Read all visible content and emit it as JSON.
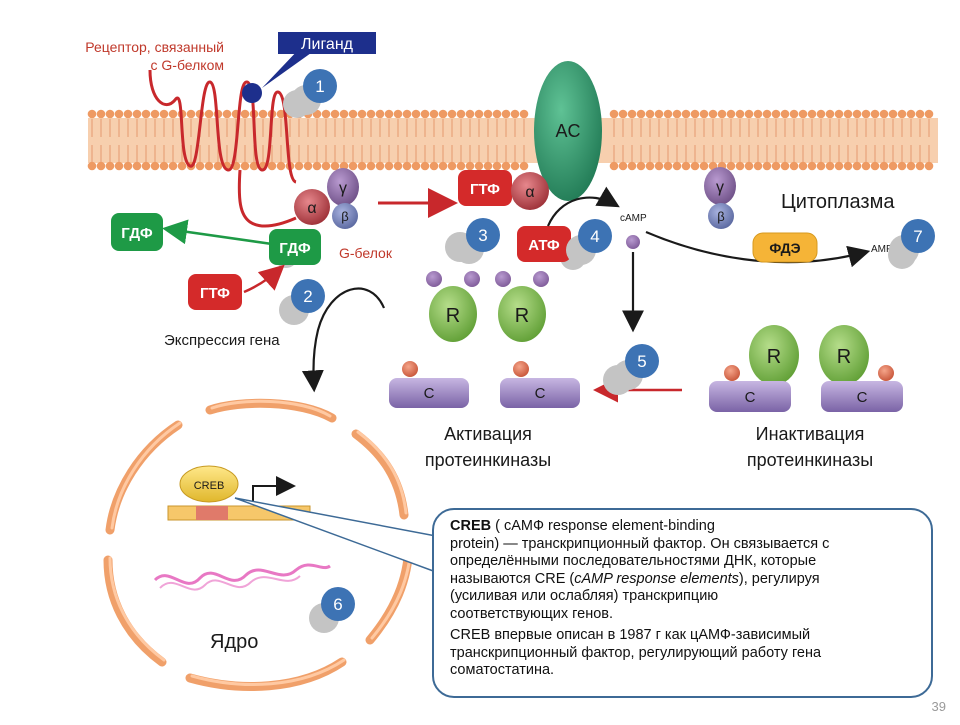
{
  "labels": {
    "receptor": "Рецептор, связанный",
    "receptor2": "с G-белком",
    "ligand": "Лиганд",
    "ac": "AC",
    "cytoplasm": "Цитоплазма",
    "g_protein": "G-белок",
    "gene_expression": "Экспрессия гена",
    "activation1": "Активация",
    "activation2": "протеинкиназы",
    "inactivation1": "Инактивация",
    "inactivation2": "протеинкиназы",
    "nucleus": "Ядро",
    "camp": "cAMP",
    "amp": "AMP",
    "creb": "CREB"
  },
  "pills": {
    "gdp_left": "ГДФ",
    "gdp": "ГДФ",
    "gtp": "ГТФ",
    "gtp_alpha": "ГТФ",
    "atp": "АТФ",
    "pde": "ФДЭ"
  },
  "subunits": {
    "alpha": "α",
    "beta": "β",
    "gamma": "γ",
    "r": "R",
    "c": "C"
  },
  "steps": [
    "1",
    "2",
    "3",
    "4",
    "5",
    "6",
    "7"
  ],
  "callout": {
    "p1_bold": "CREB",
    "p1_a": " ( cAMФ response element-binding",
    "p1_b": "protein) — транскрипционный фактор. Он связывается с",
    "p1_c": "определёнными последовательностями ДНК, которые",
    "p1_d": "называются CRE (",
    "p1_italic": "cAMP response elements",
    "p1_e": "), регулируя",
    "p1_f": "(усиливая или ослабляя) транскрипцию",
    "p1_g": "соответствующих генов.",
    "p2_a": "CREB впервые описан в 1987 г как цАМФ-зависимый",
    "p2_b": "транскрипционный фактор, регулирующий работу гена",
    "p2_c": "соматостатина."
  },
  "slide_number": "39",
  "colors": {
    "membrane": "#f2b48a",
    "membrane_dot": "#e8935d",
    "receptor": "#c8282c",
    "ac": "#2e8a63",
    "alpha": "#b84148",
    "beta_gamma": "#6e7bb8",
    "gamma": "#8e6ca0",
    "pill_green": "#1e9a46",
    "pill_red": "#d42a2a",
    "pill_orange": "#f5b437",
    "r_subunit": "#7dbb4a",
    "c_subunit": "#8a74b0",
    "step_circle": "#3d73b4",
    "nucleus": "#f0a06a"
  }
}
